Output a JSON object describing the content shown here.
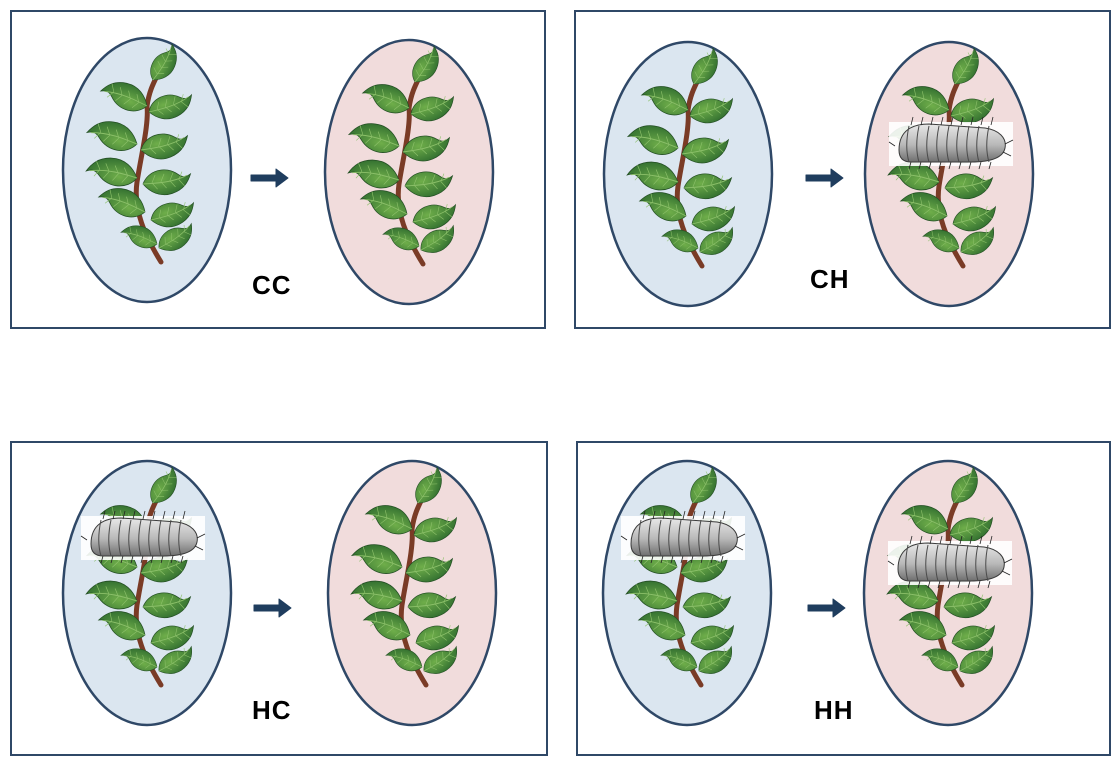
{
  "colors": {
    "panel_border": "#2f4867",
    "oval_blue": "#dbe6f0",
    "oval_pink": "#f1dcdc",
    "oval_border": "#2f4867",
    "arrow": "#1f3d5e",
    "leaf_dark": "#2e6b2e",
    "leaf_light": "#6fae4a",
    "stem": "#7a3b26",
    "caterpillar": "#b8b8b8"
  },
  "panels": [
    {
      "label": "CC",
      "left_caterpillar": false,
      "right_caterpillar": false
    },
    {
      "label": "CH",
      "left_caterpillar": false,
      "right_caterpillar": true
    },
    {
      "label": "HC",
      "left_caterpillar": true,
      "right_caterpillar": false
    },
    {
      "label": "HH",
      "left_caterpillar": true,
      "right_caterpillar": true
    }
  ]
}
